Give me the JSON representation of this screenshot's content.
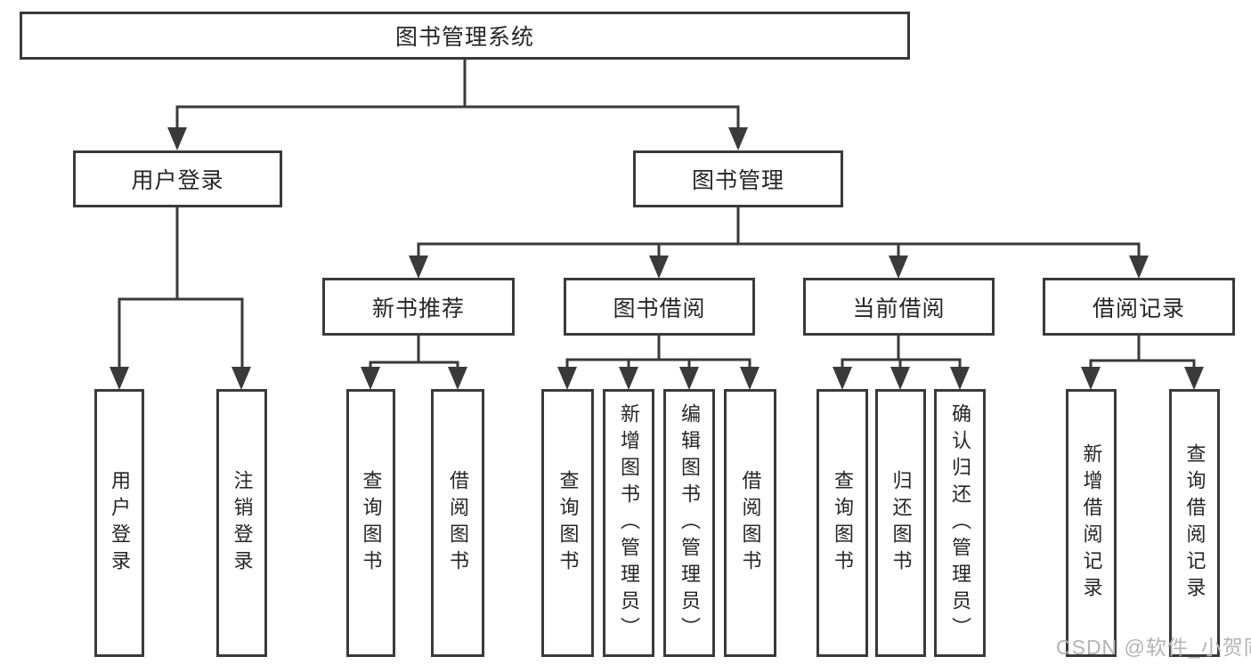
{
  "diagram": {
    "tree": {
      "label": "图书管理系统",
      "children": [
        {
          "label": "用户登录",
          "children": [
            {
              "label": "用户登录"
            },
            {
              "label": "注销登录"
            }
          ]
        },
        {
          "label": "图书管理",
          "children": [
            {
              "label": "新书推荐",
              "children": [
                {
                  "label": "查询图书"
                },
                {
                  "label": "借阅图书"
                }
              ]
            },
            {
              "label": "图书借阅",
              "children": [
                {
                  "label": "查询图书"
                },
                {
                  "label": "新增图书（管理员）"
                },
                {
                  "label": "编辑图书（管理员）"
                },
                {
                  "label": "借阅图书"
                }
              ]
            },
            {
              "label": "当前借阅",
              "children": [
                {
                  "label": "查询图书"
                },
                {
                  "label": "归还图书"
                },
                {
                  "label": "确认归还（管理员）"
                }
              ]
            },
            {
              "label": "借阅记录",
              "children": [
                {
                  "label": "新增借阅记录"
                },
                {
                  "label": "查询借阅记录"
                }
              ]
            }
          ]
        }
      ]
    }
  },
  "watermark": {
    "text": "CSDN @软件_小贺同学"
  },
  "colors": {
    "line": "#3a3a3a",
    "text": "#262626",
    "box_background": "#ffffff",
    "page_background": "#ffffff",
    "watermark": "#b4b4b4"
  }
}
